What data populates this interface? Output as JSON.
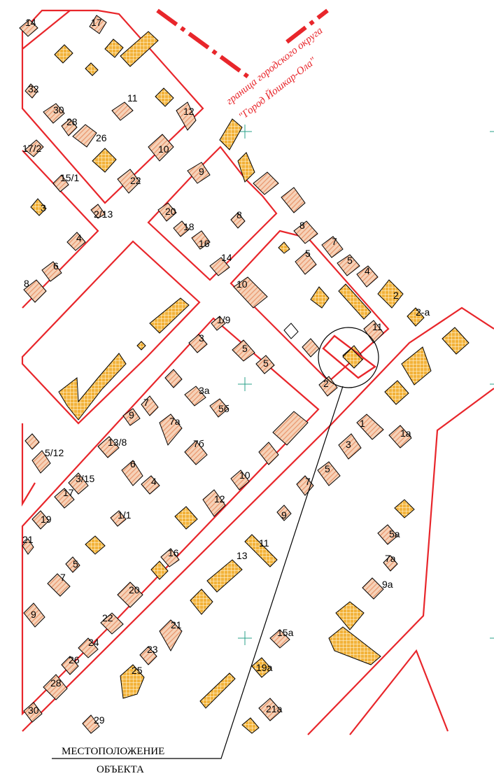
{
  "boundary_label": {
    "line1": "граница городского округа",
    "line2": "\"Город Йошкар-Ола\""
  },
  "callout": {
    "line1": "МЕСТОПОЛОЖЕНИЕ",
    "line2": "ОБЪЕКТА"
  },
  "colors": {
    "block_outline": "#e8262b",
    "boundary": "#e8262b",
    "building_hatch": "#e9956b",
    "building_nonresidential": "#f2b23a",
    "survey_cross": "#2aa08a"
  },
  "house_numbers": [
    "14",
    "17",
    "32",
    "11",
    "30",
    "28",
    "12",
    "26",
    "10",
    "17/2",
    "9",
    "22",
    "15/1",
    "3",
    "20",
    "2/13",
    "18",
    "8",
    "16",
    "4",
    "8",
    "14",
    "6",
    "5",
    "7",
    "8",
    "10",
    "5",
    "4",
    "2",
    "1/9",
    "2-а",
    "3",
    "11",
    "5",
    "5",
    "2",
    "3а",
    "5б",
    "7",
    "9",
    "7а",
    "1",
    "1а",
    "13/8",
    "3",
    "7б",
    "5/12",
    "3/15",
    "6",
    "5",
    "4",
    "7",
    "17",
    "10",
    "12",
    "19",
    "1/1",
    "9",
    "21",
    "11",
    "5а",
    "16",
    "5",
    "7а",
    "13",
    "7",
    "20",
    "9а",
    "22",
    "9",
    "21",
    "15а",
    "24",
    "23",
    "26",
    "25",
    "19а",
    "28",
    "30",
    "29",
    "21а"
  ]
}
